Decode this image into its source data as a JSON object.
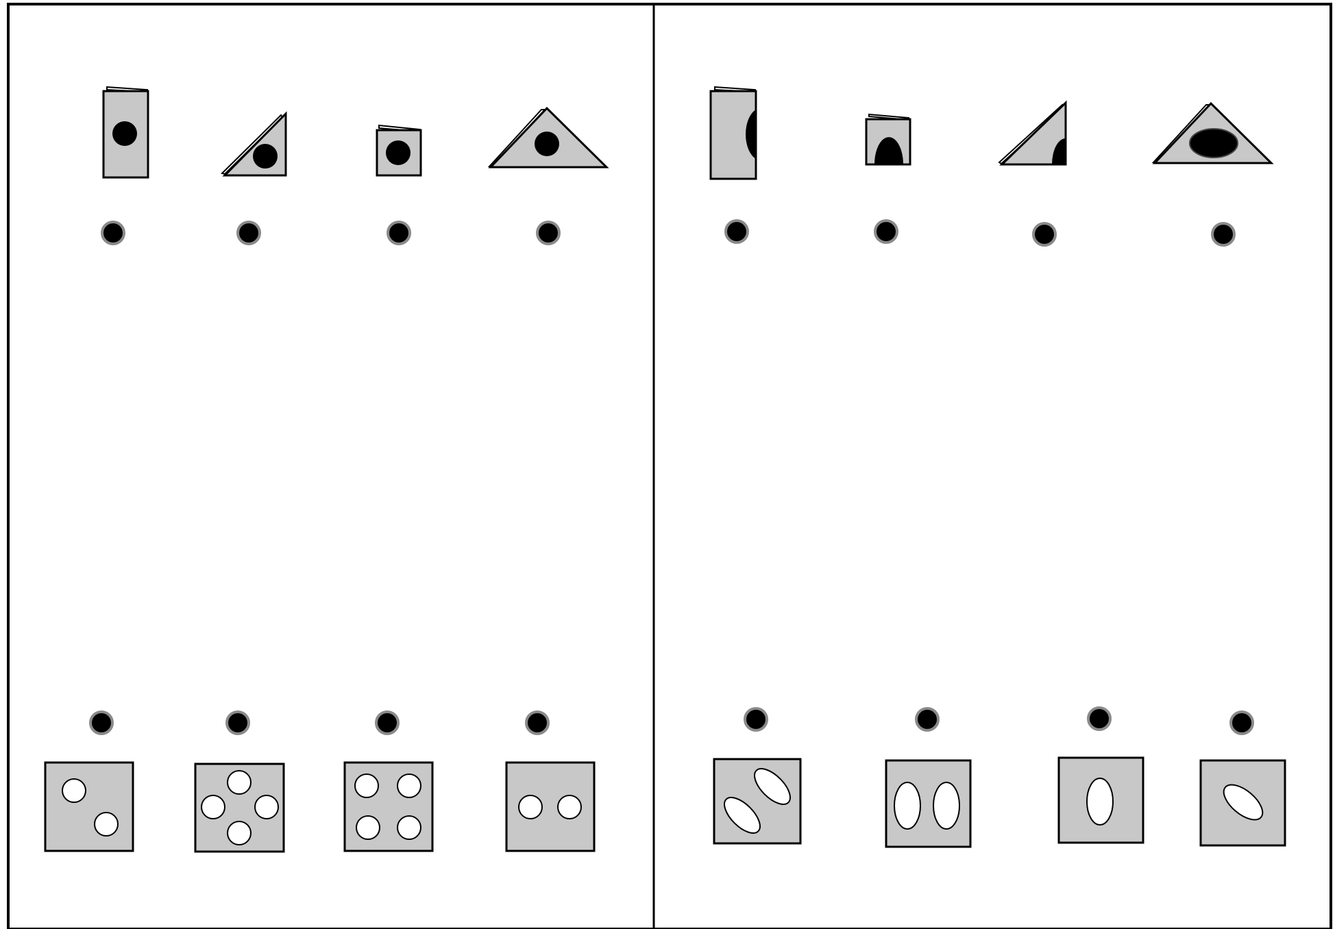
{
  "colors": {
    "paper": "#c8c8c8",
    "ink": "#000000",
    "hole": "#000000",
    "open_hole": "#ffffff",
    "dot_fill": "#000000",
    "dot_ring": "#8a8a8a",
    "background": "#ffffff"
  },
  "panels": [
    {
      "id": "left-panel",
      "folded_figures": [
        {
          "id": "fold-left-1",
          "shape": "folded-rectangle",
          "hole": "circle"
        },
        {
          "id": "fold-left-2",
          "shape": "folded-triangle",
          "hole": "circle"
        },
        {
          "id": "fold-left-3",
          "shape": "folded-square",
          "hole": "circle"
        },
        {
          "id": "fold-left-4",
          "shape": "folded-triangle-wide",
          "hole": "circle"
        }
      ],
      "unfolded_figures": [
        {
          "id": "unfold-left-1",
          "holes": 2,
          "hole_shape": "circle"
        },
        {
          "id": "unfold-left-2",
          "holes": 4,
          "hole_shape": "circle"
        },
        {
          "id": "unfold-left-3",
          "holes": 4,
          "hole_shape": "circle"
        },
        {
          "id": "unfold-left-4",
          "holes": 2,
          "hole_shape": "circle"
        }
      ]
    },
    {
      "id": "right-panel",
      "folded_figures": [
        {
          "id": "fold-right-1",
          "shape": "folded-rectangle",
          "hole": "half-ellipse-edge"
        },
        {
          "id": "fold-right-2",
          "shape": "folded-square",
          "hole": "half-ellipse-bottom"
        },
        {
          "id": "fold-right-3",
          "shape": "folded-triangle",
          "hole": "quarter-ellipse-corner"
        },
        {
          "id": "fold-right-4",
          "shape": "folded-triangle-wide",
          "hole": "ellipse"
        }
      ],
      "unfolded_figures": [
        {
          "id": "unfold-right-1",
          "holes": 2,
          "hole_shape": "tilted-ellipse"
        },
        {
          "id": "unfold-right-2",
          "holes": 2,
          "hole_shape": "vertical-ellipse"
        },
        {
          "id": "unfold-right-3",
          "holes": 1,
          "hole_shape": "vertical-ellipse"
        },
        {
          "id": "unfold-right-4",
          "holes": 1,
          "hole_shape": "tilted-ellipse"
        }
      ]
    }
  ],
  "matching_dots": {
    "top_row_count": 8,
    "bottom_row_count": 8
  }
}
